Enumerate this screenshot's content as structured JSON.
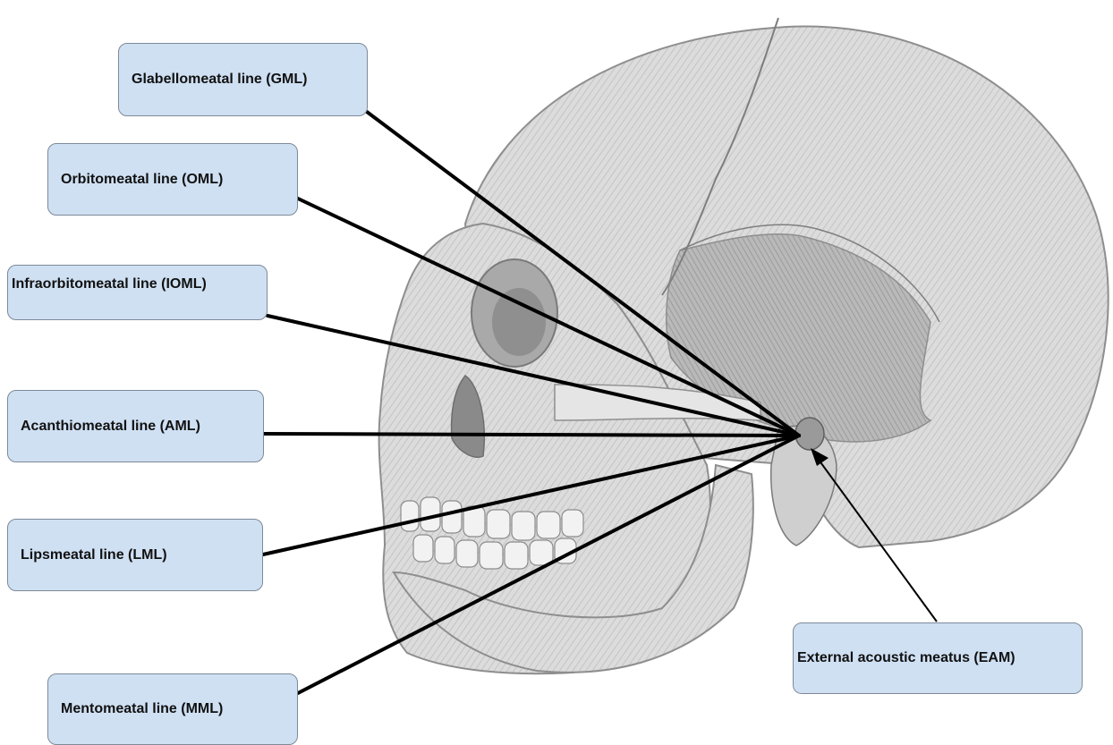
{
  "diagram": {
    "labels": [
      {
        "id": "gml",
        "text": "Glabellomeatal line (GML)"
      },
      {
        "id": "oml",
        "text": "Orbitomeatal line (OML)"
      },
      {
        "id": "ioml",
        "text": "Infraorbitomeatal line (IOML)"
      },
      {
        "id": "aml",
        "text": "Acanthiomeatal line (AML)"
      },
      {
        "id": "lml",
        "text": "Lipsmeatal line (LML)"
      },
      {
        "id": "mml",
        "text": "Mentomeatal line (MML)"
      },
      {
        "id": "eam",
        "text": "External acoustic meatus (EAM)"
      }
    ],
    "colors": {
      "box_fill": "#cfe0f3",
      "box_border": "#7e8a98",
      "line": "#000000",
      "skull_bone": "#d9d9d9",
      "skull_shadow": "#a8a8a8"
    }
  }
}
